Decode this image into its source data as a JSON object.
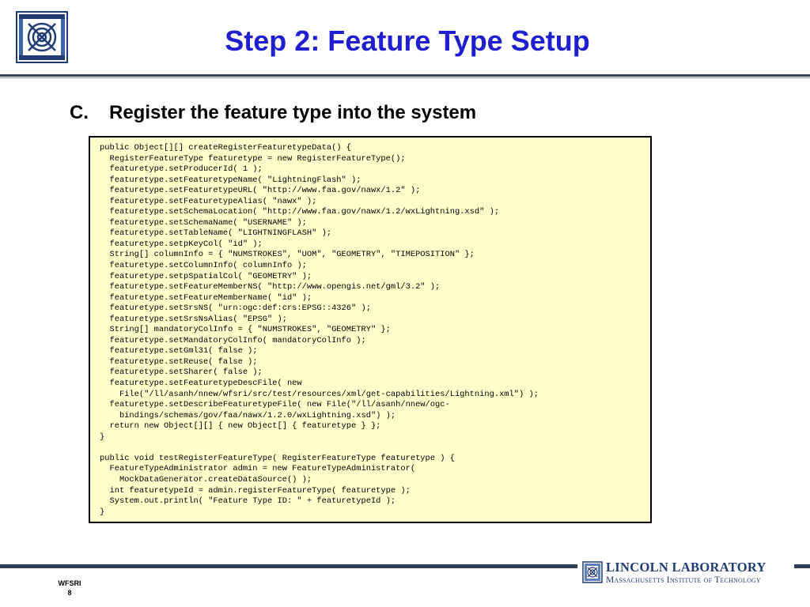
{
  "slide": {
    "title": "Step 2: Feature Type Setup",
    "subhead": {
      "letter": "C.",
      "text": "Register the feature type into the system"
    },
    "code": "public Object[][] createRegisterFeaturetypeData() {\n  RegisterFeatureType featuretype = new RegisterFeatureType();\n  featuretype.setProducerId( 1 );\n  featuretype.setFeaturetypeName( \"LightningFlash\" );\n  featuretype.setFeaturetypeURL( \"http://www.faa.gov/nawx/1.2\" );\n  featuretype.setFeaturetypeAlias( \"nawx\" );\n  featuretype.setSchemaLocation( \"http://www.faa.gov/nawx/1.2/wxLightning.xsd\" );\n  featuretype.setSchemaName( \"USERNAME\" );\n  featuretype.setTableName( \"LIGHTNINGFLASH\" );\n  featuretype.setpKeyCol( \"id\" );\n  String[] columnInfo = { \"NUMSTROKES\", \"UOM\", \"GEOMETRY\", \"TIMEPOSITION\" };\n  featuretype.setColumnInfo( columnInfo );\n  featuretype.setpSpatialCol( \"GEOMETRY\" );\n  featuretype.setFeatureMemberNS( \"http://www.opengis.net/gml/3.2\" );\n  featuretype.setFeatureMemberName( \"id\" );\n  featuretype.setSrsNS( \"urn:ogc:def:crs:EPSG::4326\" );\n  featuretype.setSrsNsAlias( \"EPSG\" );\n  String[] mandatoryColInfo = { \"NUMSTROKES\", \"GEOMETRY\" };\n  featuretype.setMandatoryColInfo( mandatoryColInfo );\n  featuretype.setGml31( false );\n  featuretype.setReuse( false );\n  featuretype.setSharer( false );\n  featuretype.setFeaturetypeDescFile( new\n    File(\"/ll/asanh/nnew/wfsri/src/test/resources/xml/get-capabilities/Lightning.xml\") );\n  featuretype.setDescribeFeaturetypeFile( new File(\"/ll/asanh/nnew/ogc-\n    bindings/schemas/gov/faa/nawx/1.2.0/wxLightning.xsd\") );\n  return new Object[][] { new Object[] { featuretype } };\n}\n\npublic void testRegisterFeatureType( RegisterFeatureType featuretype ) {\n  FeatureTypeAdministrator admin = new FeatureTypeAdministrator(\n    MockDataGenerator.createDataSource() );\n  int featuretypeId = admin.registerFeatureType( featuretype );\n  System.out.println( \"Feature Type ID: \" + featuretypeId );\n}",
    "footer": {
      "label": "WFSRI",
      "page": "8"
    }
  },
  "branding": {
    "org_name": "LINCOLN LABORATORY",
    "institution": "Massachusetts Institute of Technology"
  },
  "colors": {
    "title": "#1f1fd1",
    "rule": "#2f3e54",
    "code_background": "#ffffcc",
    "brand": "#1f3c73"
  }
}
